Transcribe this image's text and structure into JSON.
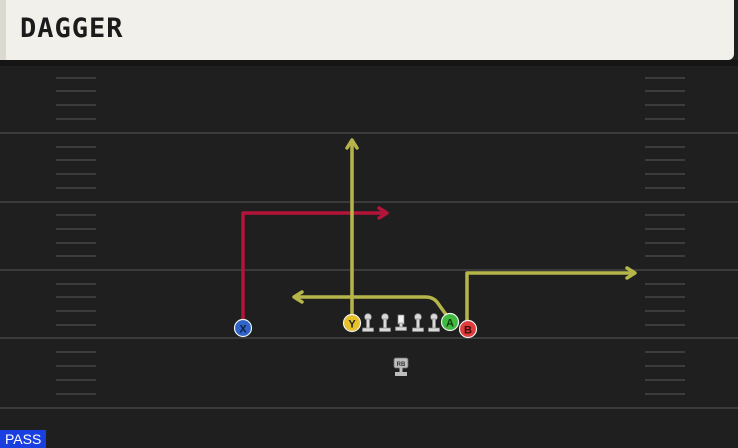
{
  "play": {
    "name": "DAGGER",
    "type_label": "PASS"
  },
  "players": {
    "x": {
      "label": "X",
      "color": "#2f63c8"
    },
    "y": {
      "label": "Y",
      "color": "#e6c12a"
    },
    "a": {
      "label": "A",
      "color": "#3fba3f"
    },
    "b": {
      "label": "B",
      "color": "#e03a3a"
    },
    "rb": {
      "label": "RB",
      "color": "#9a9a9a"
    }
  },
  "routes": {
    "x_route_color": "#b3143a",
    "yab_route_color": "#b5b54a"
  },
  "field": {
    "background": "#1f1f1f",
    "yard_line_color": "#3b3b3b",
    "hash_color": "#4a4a4a"
  },
  "icons": {
    "lineman": "lineman-icon",
    "center": "center-icon"
  }
}
